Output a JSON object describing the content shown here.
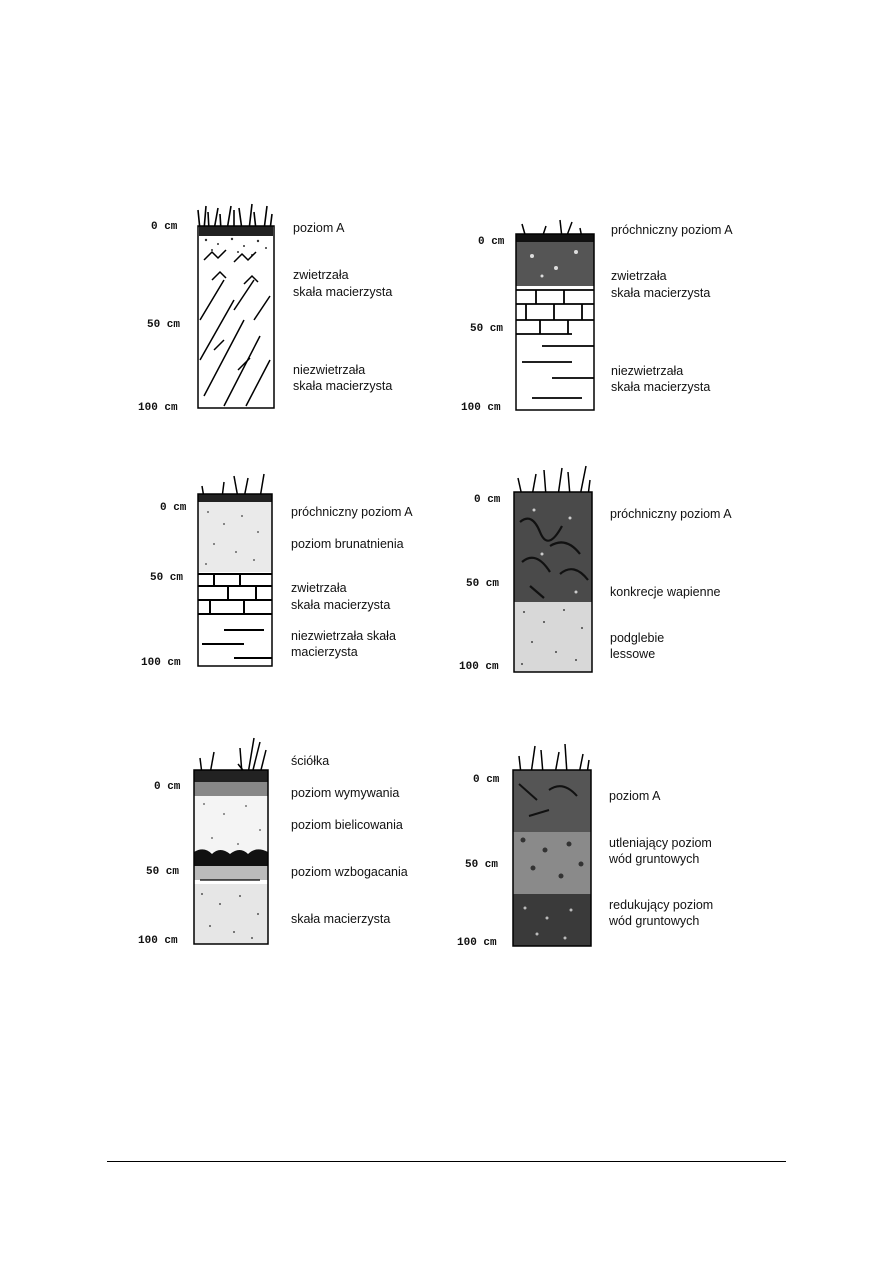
{
  "profiles": [
    {
      "id": "p1",
      "depths": [
        "0 cm",
        "50 cm",
        "100 cm"
      ],
      "horizons": [
        {
          "line1": "poziom A",
          "line2": ""
        },
        {
          "line1": "zwietrzała",
          "line2": "skała macierzysta"
        },
        {
          "line1": "niezwietrzała",
          "line2": "skała macierzysta"
        }
      ]
    },
    {
      "id": "p2",
      "depths": [
        "0 cm",
        "50 cm",
        "100 cm"
      ],
      "horizons": [
        {
          "line1": "próchniczny poziom A",
          "line2": ""
        },
        {
          "line1": "zwietrzała",
          "line2": "skała macierzysta"
        },
        {
          "line1": "niezwietrzała",
          "line2": "skała macierzysta"
        }
      ]
    },
    {
      "id": "p3",
      "depths": [
        "0 cm",
        "50 cm",
        "100 cm"
      ],
      "horizons": [
        {
          "line1": "próchniczny poziom A",
          "line2": ""
        },
        {
          "line1": "poziom brunatnienia",
          "line2": ""
        },
        {
          "line1": "zwietrzała",
          "line2": "skała macierzysta"
        },
        {
          "line1": "niezwietrzała skała",
          "line2": "macierzysta"
        }
      ]
    },
    {
      "id": "p4",
      "depths": [
        "0 cm",
        "50 cm",
        "100 cm"
      ],
      "horizons": [
        {
          "line1": "próchniczny poziom A",
          "line2": ""
        },
        {
          "line1": "konkrecje wapienne",
          "line2": ""
        },
        {
          "line1": "podglebie",
          "line2": "lessowe"
        }
      ]
    },
    {
      "id": "p5",
      "depths": [
        "0 cm",
        "50 cm",
        "100 cm"
      ],
      "horizons": [
        {
          "line1": "ściółka",
          "line2": ""
        },
        {
          "line1": "poziom wymywania",
          "line2": ""
        },
        {
          "line1": "poziom bielicowania",
          "line2": ""
        },
        {
          "line1": "poziom wzbogacania",
          "line2": ""
        },
        {
          "line1": "skała macierzysta",
          "line2": ""
        }
      ]
    },
    {
      "id": "p6",
      "depths": [
        "0 cm",
        "50 cm",
        "100 cm"
      ],
      "horizons": [
        {
          "line1": "poziom A",
          "line2": ""
        },
        {
          "line1": "utleniający poziom",
          "line2": "wód gruntowych"
        },
        {
          "line1": "redukujący poziom",
          "line2": "wód gruntowych"
        }
      ]
    }
  ]
}
